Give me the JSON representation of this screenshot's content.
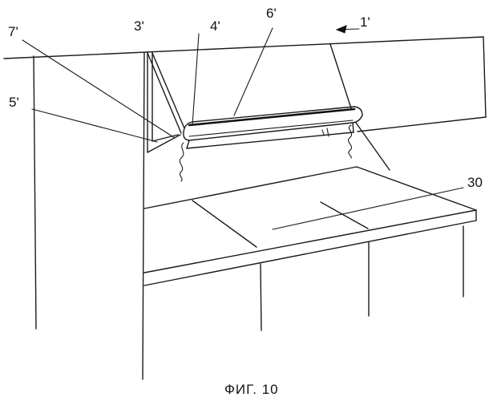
{
  "figure": {
    "caption": "ФИГ. 10",
    "labels": {
      "ref_1": "1'",
      "ref_3": "3'",
      "ref_4": "4'",
      "ref_5": "5'",
      "ref_6": "6'",
      "ref_7": "7'",
      "ref_30": "30"
    }
  }
}
